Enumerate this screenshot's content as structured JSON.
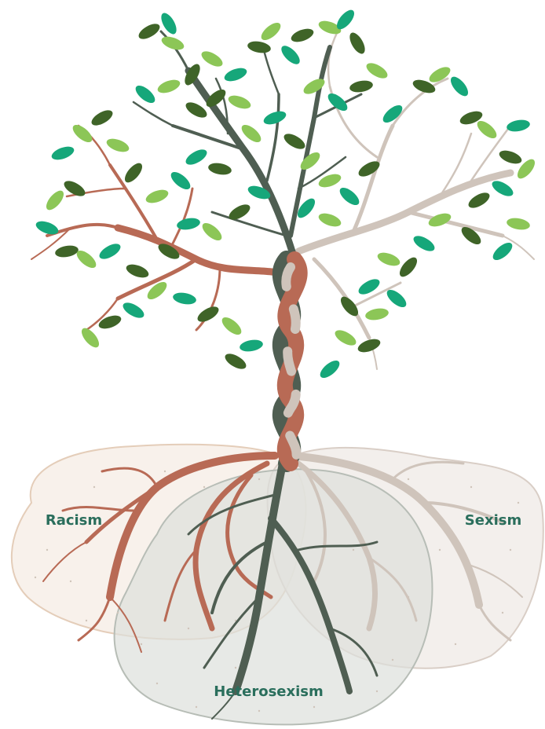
{
  "labels": {
    "racism": "Racism",
    "sexism": "Sexism",
    "heterosexism": "Heterosexism"
  },
  "colors": {
    "racism_branch": "#b86a55",
    "sexism_branch": "#cfc4bb",
    "heterosexism_branch": "#4f5e52",
    "label_text": "#2a6e5c",
    "racism_area_fill": "#f6ece4",
    "racism_area_stroke": "#e4cdb9",
    "sexism_area_fill": "#efe9e5",
    "sexism_area_stroke": "#d9cec6",
    "heterosexism_area_fill": "#dde0db",
    "heterosexism_area_stroke": "#b7bdb6",
    "leaf_dark_green": "#3f6428",
    "leaf_light_green": "#8cc657",
    "leaf_teal": "#16a77a"
  }
}
